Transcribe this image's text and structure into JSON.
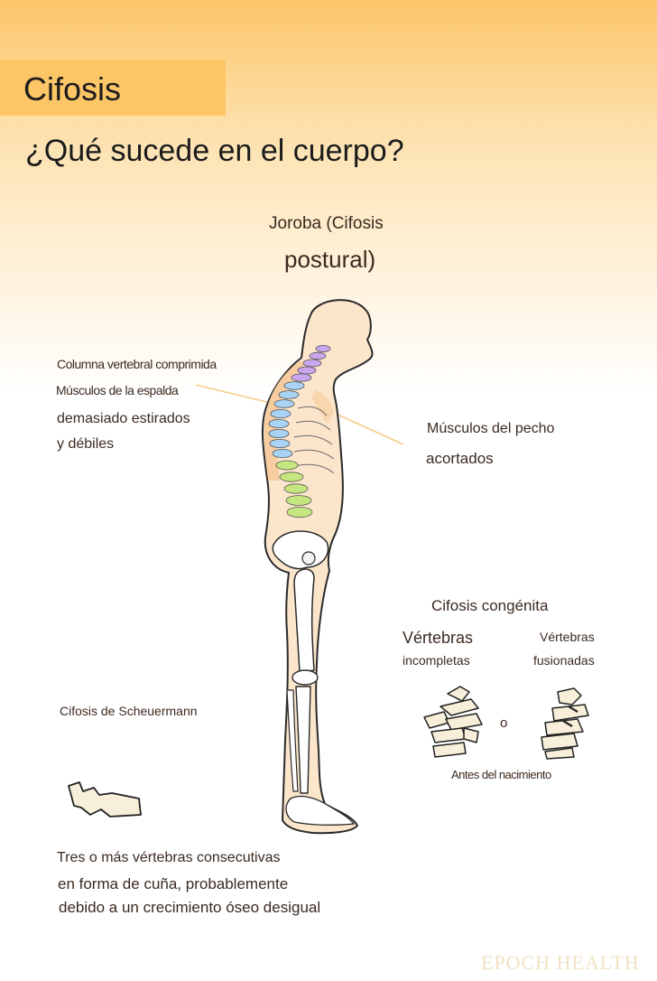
{
  "title": "Cifosis",
  "subtitle": "¿Qué sucede en el cuerpo?",
  "posture": {
    "line1": "Joroba (Cifosis",
    "line2": "postural)"
  },
  "left_labels": {
    "spine": "Columna vertebral comprimida",
    "back1": "Músculos de la espalda",
    "back2": "demasiado estirados",
    "back3": "y débiles"
  },
  "right_labels": {
    "chest1": "Músculos del pecho",
    "chest2": "acortados"
  },
  "congenital": {
    "title": "Cifosis congénita",
    "a1": "Vértebras",
    "a2": "incompletas",
    "b1": "Vértebras",
    "b2": "fusionadas",
    "sep": "o",
    "note": "Antes del nacimiento"
  },
  "scheuermann": {
    "title": "Cifosis de Scheuermann",
    "d1": "Tres o más vértebras consecutivas",
    "d2": "en forma de cuña, probablemente",
    "d3": "debido a un crecimiento óseo desigual"
  },
  "brand": "EPOCH HEALTH",
  "colors": {
    "band": "#fcc667",
    "upper_spine": "#c9a6ee",
    "mid_spine": "#a8d3f5",
    "lower_spine": "#c6e77f",
    "muscle": "#f5c99b"
  }
}
